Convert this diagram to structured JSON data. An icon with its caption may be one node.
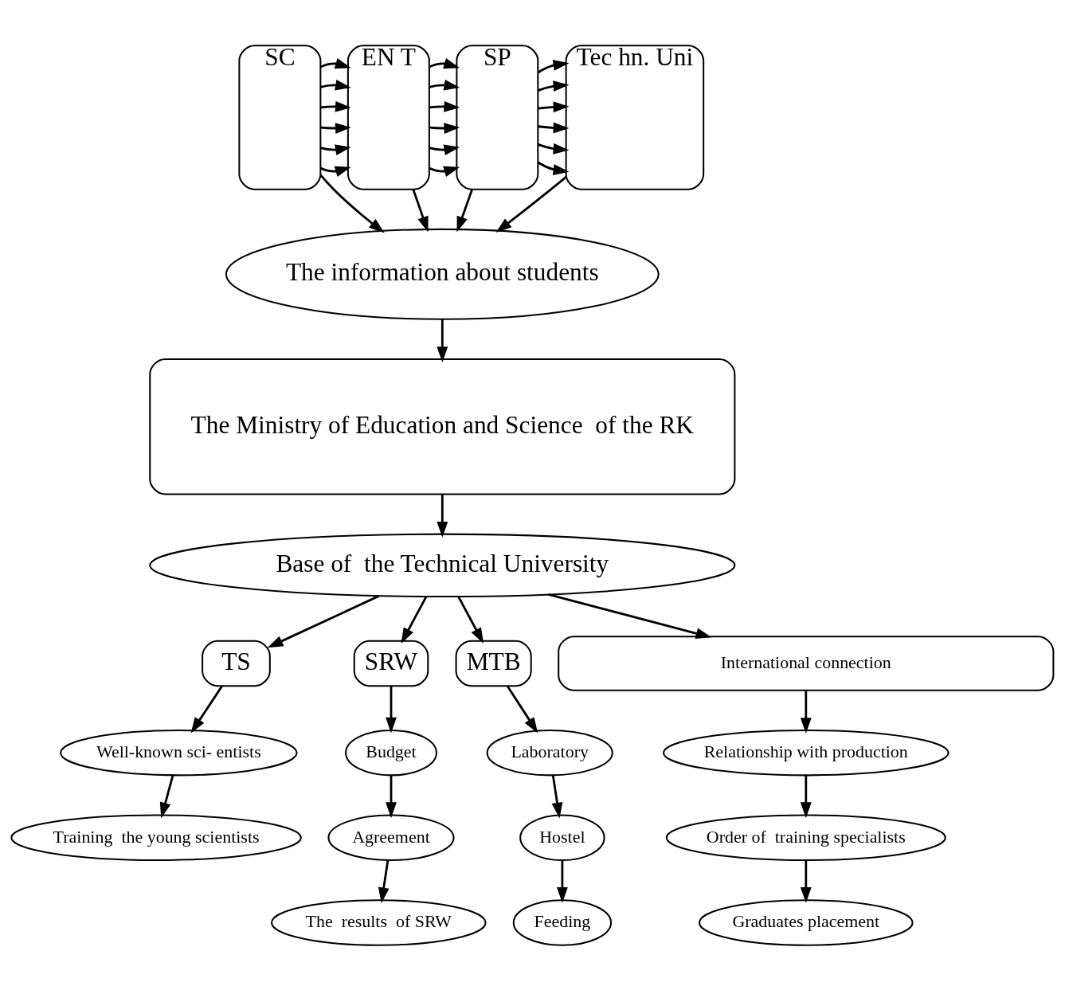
{
  "diagram": {
    "nodes": [
      {
        "text": [
          "SC"
        ]
      },
      {
        "text": [
          "EN T"
        ]
      },
      {
        "text": [
          "SP"
        ]
      },
      {
        "text": [
          "Tec hn. Uni"
        ]
      },
      {
        "text": [
          "The information about students"
        ]
      },
      {
        "text": [
          "The Ministry of Education and Science  of the RK"
        ]
      },
      {
        "text": [
          "Base of  the Technical University"
        ]
      },
      {
        "text": [
          "TS"
        ]
      },
      {
        "text": [
          "SRW"
        ]
      },
      {
        "text": [
          "MTB"
        ]
      },
      {
        "text": [
          "International connection"
        ]
      },
      {
        "text": [
          "Well-known sci- entists"
        ]
      },
      {
        "text": [
          "Training  the young scientists"
        ]
      },
      {
        "text": [
          "Budget"
        ]
      },
      {
        "text": [
          "Agreement"
        ]
      },
      {
        "text": [
          "The  results  of SRW"
        ]
      },
      {
        "text": [
          "Laboratory"
        ]
      },
      {
        "text": [
          "Hostel"
        ]
      },
      {
        "text": [
          "Feeding"
        ]
      },
      {
        "text": [
          "Relationship with production"
        ]
      },
      {
        "text": [
          "Order of  training specialists"
        ]
      },
      {
        "text": [
          "Graduates placement"
        ]
      }
    ],
    "edges": [
      {
        "from": 0,
        "to": 1,
        "arrow": "to"
      },
      {
        "from": 0,
        "to": 1,
        "arrow": "to"
      },
      {
        "from": 0,
        "to": 1,
        "arrow": "to"
      },
      {
        "from": 0,
        "to": 1,
        "arrow": "to"
      },
      {
        "from": 0,
        "to": 1,
        "arrow": "to"
      },
      {
        "from": 0,
        "to": 1,
        "arrow": "to"
      },
      {
        "from": 1,
        "to": 2,
        "arrow": "to"
      },
      {
        "from": 1,
        "to": 2,
        "arrow": "to"
      },
      {
        "from": 1,
        "to": 2,
        "arrow": "to"
      },
      {
        "from": 1,
        "to": 2,
        "arrow": "to"
      },
      {
        "from": 1,
        "to": 2,
        "arrow": "to"
      },
      {
        "from": 1,
        "to": 2,
        "arrow": "to"
      },
      {
        "from": 2,
        "to": 3,
        "arrow": "to"
      },
      {
        "from": 2,
        "to": 3,
        "arrow": "to"
      },
      {
        "from": 2,
        "to": 3,
        "arrow": "to"
      },
      {
        "from": 2,
        "to": 3,
        "arrow": "to"
      },
      {
        "from": 2,
        "to": 3,
        "arrow": "to"
      },
      {
        "from": 2,
        "to": 3,
        "arrow": "to"
      },
      {
        "from": 0,
        "to": 4,
        "arrow": "to"
      },
      {
        "from": 1,
        "to": 4,
        "arrow": "to"
      },
      {
        "from": 2,
        "to": 4,
        "arrow": "to"
      },
      {
        "from": 3,
        "to": 4,
        "arrow": "to"
      },
      {
        "from": 4,
        "to": 5,
        "arrow": "to"
      },
      {
        "from": 5,
        "to": 6,
        "arrow": "to"
      },
      {
        "from": 6,
        "to": 7,
        "arrow": "to"
      },
      {
        "from": 6,
        "to": 8,
        "arrow": "to"
      },
      {
        "from": 6,
        "to": 9,
        "arrow": "to"
      },
      {
        "from": 6,
        "to": 10,
        "arrow": "to"
      },
      {
        "from": 7,
        "to": 11,
        "arrow": "to"
      },
      {
        "from": 11,
        "to": 12,
        "arrow": "to"
      },
      {
        "from": 8,
        "to": 13,
        "arrow": "to"
      },
      {
        "from": 13,
        "to": 14,
        "arrow": "to"
      },
      {
        "from": 14,
        "to": 15,
        "arrow": "to"
      },
      {
        "from": 9,
        "to": 16,
        "arrow": "to"
      },
      {
        "from": 16,
        "to": 17,
        "arrow": "to"
      },
      {
        "from": 17,
        "to": 18,
        "arrow": "to"
      },
      {
        "from": 10,
        "to": 19,
        "arrow": "to"
      },
      {
        "from": 19,
        "to": 20,
        "arrow": "to"
      },
      {
        "from": 20,
        "to": 21,
        "arrow": "to"
      }
    ]
  }
}
